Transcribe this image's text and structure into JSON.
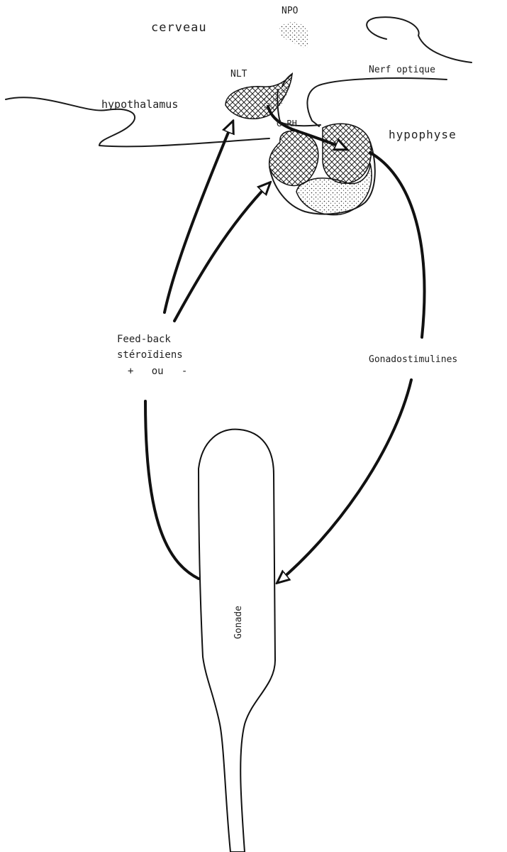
{
  "labels": {
    "cerveau": "cerveau",
    "npo": "NPO",
    "nerf_optique": "Nerf optique",
    "nlt": "NLT",
    "hypothalamus": "hypothalamus",
    "grh": "G-RH",
    "hypophyse": "hypophyse",
    "feedback_line1": "Feed-back",
    "feedback_line2": "stéroïdiens",
    "feedback_line3": "+   ou   -",
    "gonadostimulines": "Gonadostimulines",
    "gonade": "Gonade"
  },
  "colors": {
    "ink": "#111111",
    "background": "#ffffff"
  }
}
